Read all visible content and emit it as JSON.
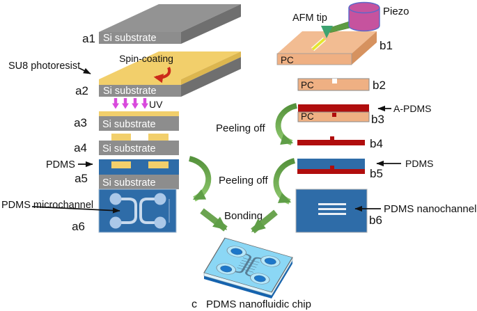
{
  "panel_a": {
    "steps": [
      "a1",
      "a2",
      "a3",
      "a4",
      "a5",
      "a6"
    ],
    "substrate_label": "Si substrate",
    "su8_label": "SU8 photoresist",
    "spin_coating_label": "Spin-coating",
    "uv_label": "UV",
    "pdms_label": "PDMS",
    "microchannel_label": "PDMS microchannel"
  },
  "panel_b": {
    "steps": [
      "b1",
      "b2",
      "b3",
      "b4",
      "b5",
      "b6"
    ],
    "pc_label": "PC",
    "afm_tip_label": "AFM tip",
    "piezo_label": "Piezo",
    "apdms_label": "A-PDMS",
    "pdms_label": "PDMS",
    "nanochannel_label": "PDMS nanochannel"
  },
  "process": {
    "peeling_off_label": "Peeling off",
    "bonding_label": "Bonding"
  },
  "panel_c": {
    "step_label": "c",
    "caption": "PDMS nanofluidic chip"
  },
  "colors": {
    "si_gray": "#8d8d8d",
    "si_gray_top": "#939393",
    "si_gray_side": "#6f6f6f",
    "su8_yellow": "#f2cf6b",
    "su8_yellow_side": "#dcb64f",
    "pdms_blue": "#2e6ca8",
    "channel_light_blue": "#abc8e8",
    "pc_peach": "#efb083",
    "pc_peach_top": "#f2bc92",
    "pc_peach_side": "#d6925f",
    "apdms_red": "#b00d0d",
    "arrow_green": "#6ba450",
    "uv_magenta": "#d94add",
    "piezo_pink": "#c6539e",
    "spin_arrow_red": "#cc2a1a",
    "afm_tip_green": "#3da371",
    "chip_blue": "#8bd7f5",
    "chip_well_blue": "#1d77c9",
    "chip_edge_blue": "#1563ae"
  }
}
